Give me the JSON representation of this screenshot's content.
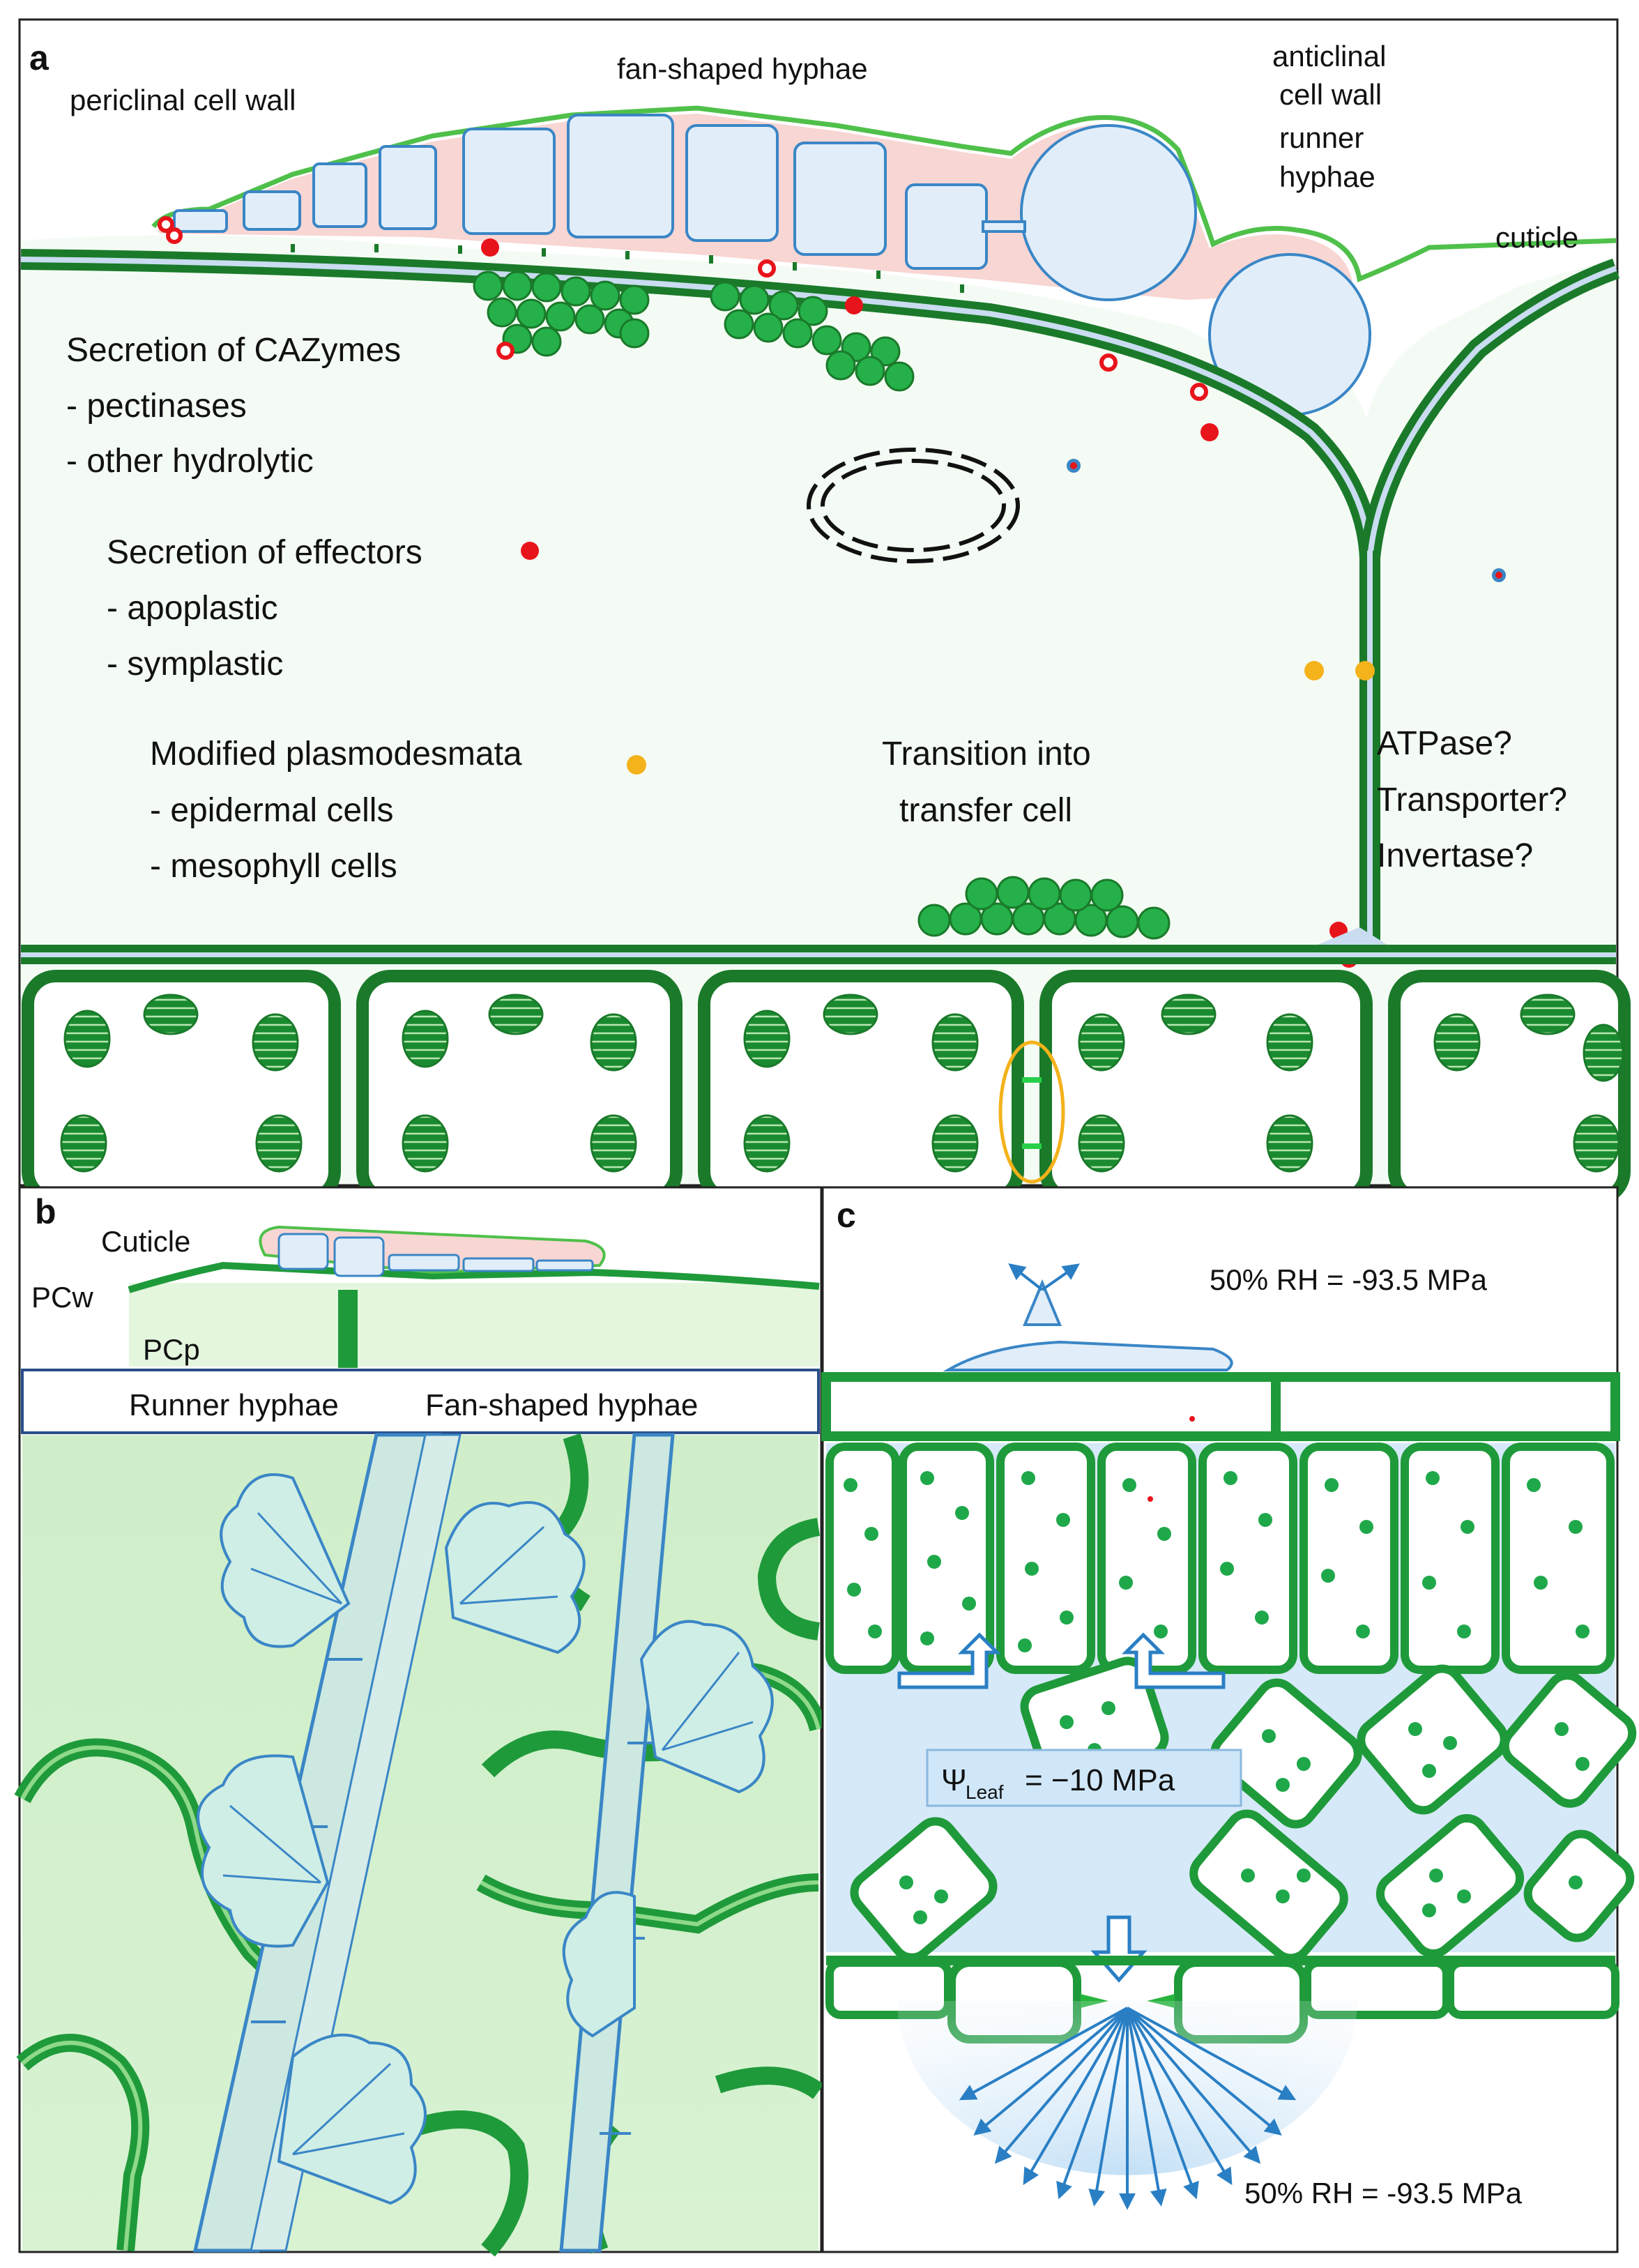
{
  "panel_a": {
    "letter": "a",
    "label_periclinal": "periclinal cell wall",
    "label_fan": "fan-shaped hyphae",
    "label_anticlinal_1": "anticlinal",
    "label_anticlinal_2": "cell wall",
    "label_runner_1": "runner",
    "label_runner_2": "hyphae",
    "label_cuticle": "cuticle",
    "cazymes": {
      "title": "Secretion of CAZymes",
      "items": [
        "- pectinases",
        "- other hydrolytic"
      ]
    },
    "effectors": {
      "title": "Secretion of effectors",
      "items": [
        "- apoplastic",
        "- symplastic"
      ]
    },
    "plasmodesmata": {
      "title": "Modified plasmodesmata",
      "items": [
        "- epidermal cells",
        "- mesophyll cells"
      ]
    },
    "transition_1": "Transition into",
    "transition_2": "transfer cell",
    "questions": [
      "ATPase?",
      "Transporter?",
      "Invertase?"
    ]
  },
  "panel_b": {
    "letter": "b",
    "label_cuticle": "Cuticle",
    "label_pcw": "PCw",
    "label_pcp": "PCp",
    "label_runner": "Runner hyphae",
    "label_fan": "Fan-shaped hyphae"
  },
  "panel_c": {
    "letter": "c",
    "rh_top": "50% RH = -93.5 MPa",
    "psi_symbol": "Ψ",
    "psi_sub": "Leaf",
    "psi_value": "= −10 MPa",
    "rh_bottom": "50% RH = -93.5 MPa"
  },
  "colors": {
    "dark_green": "#1a7a2a",
    "bright_green": "#28b43c",
    "light_green": "#bfe6b8",
    "cell_fill": "#f2faf2",
    "wall_blue": "#cfe0f2",
    "hypha_blue": "#deedfa",
    "pink": "#f6d2cf",
    "effector_red": "#e8141b",
    "plasmodesmata_orange": "#f4b21b",
    "vapour_blue": "#d6e9f8"
  }
}
